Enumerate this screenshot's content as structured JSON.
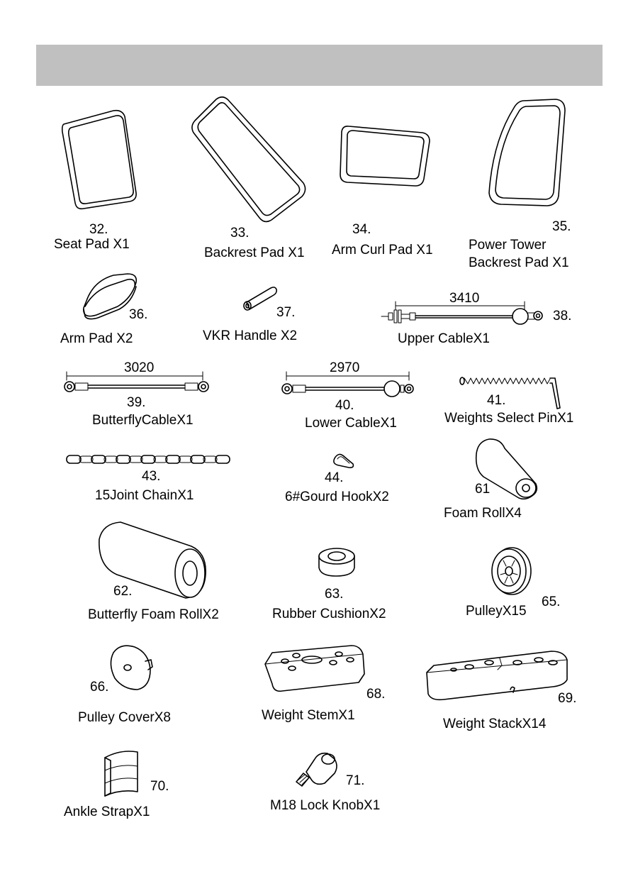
{
  "page": {
    "header_bar_color": "#c0c0c0"
  },
  "parts": [
    {
      "number": "32.",
      "label": "Seat Pad X1",
      "icon": "seat-pad-icon"
    },
    {
      "number": "33.",
      "label": "Backrest Pad X1",
      "icon": "backrest-pad-icon"
    },
    {
      "number": "34.",
      "label": "Arm Curl Pad X1",
      "icon": "arm-curl-pad-icon"
    },
    {
      "number": "35.",
      "label": "Power Tower\nBackrest Pad X1",
      "icon": "power-tower-backrest-pad-icon"
    },
    {
      "number": "36.",
      "label": "Arm Pad X2",
      "icon": "arm-pad-icon"
    },
    {
      "number": "37.",
      "label": "VKR Handle X2",
      "icon": "vkr-handle-icon"
    },
    {
      "number": "38.",
      "label": "Upper CableX1",
      "dimension": "3410",
      "icon": "upper-cable-icon"
    },
    {
      "number": "39.",
      "label": "ButterflyCableX1",
      "dimension": "3020",
      "icon": "butterfly-cable-icon"
    },
    {
      "number": "40.",
      "label": "Lower CableX1",
      "dimension": "2970",
      "icon": "lower-cable-icon"
    },
    {
      "number": "41.",
      "label": "Weights Select PinX1",
      "icon": "weights-select-pin-icon"
    },
    {
      "number": "43.",
      "label": "15Joint ChainX1",
      "icon": "chain-icon"
    },
    {
      "number": "44.",
      "label": "6#Gourd HookX2",
      "icon": "gourd-hook-icon"
    },
    {
      "number": "61",
      "label": "Foam RollX4",
      "icon": "foam-roll-icon"
    },
    {
      "number": "62.",
      "label": "Butterfly Foam RollX2",
      "icon": "butterfly-foam-roll-icon"
    },
    {
      "number": "63.",
      "label": "Rubber CushionX2",
      "icon": "rubber-cushion-icon"
    },
    {
      "number": "65.",
      "label": "PulleyX15",
      "icon": "pulley-icon"
    },
    {
      "number": "66.",
      "label": "Pulley CoverX8",
      "icon": "pulley-cover-icon"
    },
    {
      "number": "68.",
      "label": "Weight StemX1",
      "icon": "weight-stem-icon"
    },
    {
      "number": "69.",
      "label": "Weight StackX14",
      "icon": "weight-stack-icon"
    },
    {
      "number": "70.",
      "label": "Ankle StrapX1",
      "icon": "ankle-strap-icon"
    },
    {
      "number": "71.",
      "label": "M18 Lock KnobX1",
      "icon": "lock-knob-icon"
    }
  ]
}
